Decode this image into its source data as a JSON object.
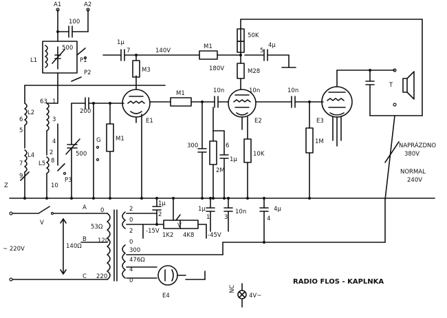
{
  "title": "RADIO FLOS - KAPLNKA",
  "terminals": {
    "a1": "A1",
    "a2": "A2",
    "z": "Z"
  },
  "components": {
    "c100": "100",
    "c500_top": "500",
    "p1": "P1",
    "p2": "P2",
    "l1": "L1",
    "l2": "L2",
    "l4": "L4",
    "l5": "L5",
    "l3_63": "63",
    "l3_3": "3",
    "l3_4": "4",
    "l3_2": "2",
    "l3_1": "1",
    "n6": "6",
    "n5": "5",
    "n7": "7",
    "n9": "9",
    "n8": "8",
    "n10": "10",
    "p3": "P3",
    "c200": "200",
    "c500_mid": "500",
    "g": "G",
    "m1_left": "M1",
    "c1u_top": "1µ",
    "n7b": "7",
    "v140": "140V",
    "m1_top": "M1",
    "r50k": "50K",
    "c4u_top": "4µ",
    "n5b": "5",
    "v180": "180V",
    "m28": "M28",
    "m3": "M3",
    "e1": "E1",
    "m1_mid": "M1",
    "c10n_a": "10n",
    "e2": "E2",
    "c10n_b": "10n",
    "c10n_c": "10n",
    "e3": "E3",
    "t": "T",
    "c300": "300",
    "r2m": "2M",
    "n6b": "6",
    "c1u_mid": "1µ",
    "r10k": "10K",
    "r1m": "1M"
  },
  "power": {
    "napr_label": "NAPRÁZDNO",
    "v380": "380V",
    "normal": "NORMAL",
    "v240": "240V",
    "v_switch": "V",
    "tap_a": "A",
    "tap_b": "B",
    "tap_c": "C",
    "n0": "0",
    "n120": "120",
    "n220": "220",
    "r53": "53Ω",
    "r140": "140Ω",
    "v220": "~ 220V",
    "s2a": "2",
    "s0a": "0",
    "s2b": "2",
    "s0b": "0",
    "n300": "300",
    "n476": "476Ω",
    "n4": "4",
    "n0c": "0",
    "c1u_a": "1µ",
    "c2": "2",
    "m15": "-15V",
    "rv": "V",
    "r1k2": "1K2",
    "r4k8": "4K8",
    "m45": "-45V",
    "c1u_b": "1µ",
    "c1": "1",
    "c3": "3",
    "c10n_d": "10n",
    "c4u": "4µ",
    "c4": "4",
    "e4": "E4",
    "lamp": "4V~",
    "lamp_tag": "NC"
  }
}
